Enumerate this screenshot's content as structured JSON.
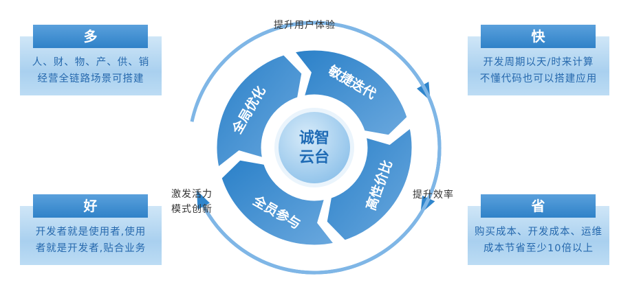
{
  "center": {
    "line1": "诚智",
    "line2": "云台"
  },
  "cycle": [
    {
      "label": "敏捷迭代",
      "angle": 30
    },
    {
      "label": "高性价比",
      "angle": 120
    },
    {
      "label": "全员参与",
      "angle": 210
    },
    {
      "label": "全局优化",
      "angle": 300
    }
  ],
  "outer_labels": {
    "top": "提升用户体验",
    "left_line1": "激发活力",
    "left_line2": "模式创新",
    "right": "提升效率"
  },
  "cards": {
    "duo": {
      "title": "多",
      "line1": "人、财、物、产、供、销",
      "line2": "经营全链路场景可搭建"
    },
    "kuai": {
      "title": "快",
      "line1": "开发周期以天/时来计算",
      "line2": "不懂代码也可以搭建应用"
    },
    "hao": {
      "title": "好",
      "line1": "开发者就是使用者,使用",
      "line2": "者就是开发者,贴合业务"
    },
    "sheng": {
      "title": "省",
      "line1": "购买成本、开发成本、运维",
      "line2": "成本节省至少10倍以上"
    }
  },
  "colors": {
    "primary": "#2f85cc",
    "light": "#7fb6e6",
    "text": "#2568ad"
  }
}
